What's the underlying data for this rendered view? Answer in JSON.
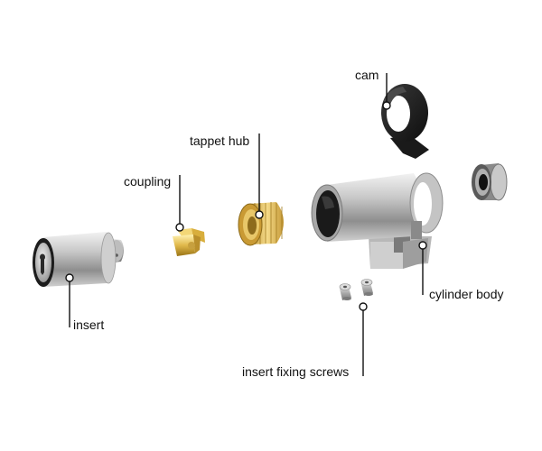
{
  "diagram": {
    "labels": {
      "cam": "cam",
      "tappet_hub": "tappet hub",
      "coupling": "coupling",
      "insert": "insert",
      "cylinder_body": "cylinder body",
      "insert_fixing_screws": "insert fixing screws"
    }
  }
}
